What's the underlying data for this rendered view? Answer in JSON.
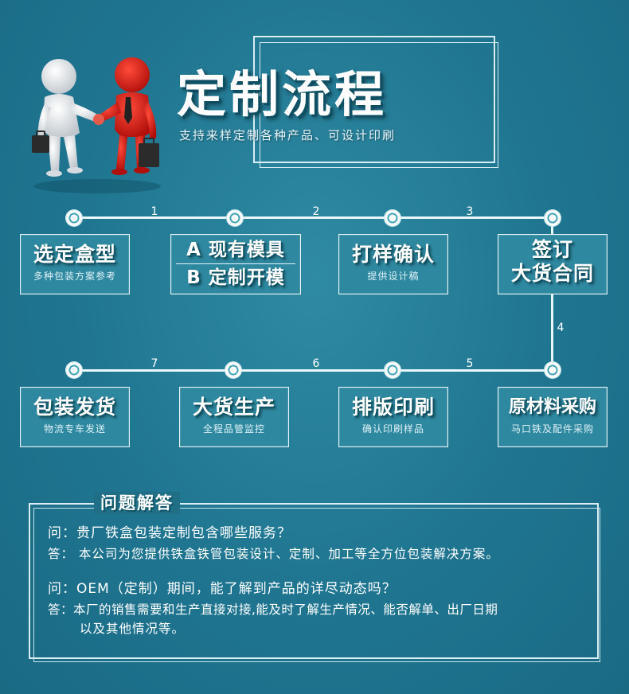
{
  "header": {
    "title": "定制流程",
    "subtitle": "支持来样定制各种产品、可设计印刷"
  },
  "timeline": {
    "numbers": [
      "1",
      "2",
      "3",
      "4",
      "5",
      "6",
      "7"
    ]
  },
  "steps": [
    {
      "title": "选定盒型",
      "subtitle": "多种包装方案参考"
    },
    {
      "line1": "A 现有模具",
      "line2": "B 定制开模"
    },
    {
      "title": "打样确认",
      "subtitle": "提供设计稿"
    },
    {
      "line1": "签订",
      "line2": "大货合同"
    },
    {
      "title": "原材料采购",
      "subtitle": "马口铁及配件采购"
    },
    {
      "title": "排版印刷",
      "subtitle": "确认印刷样品"
    },
    {
      "title": "大货生产",
      "subtitle": "全程品管监控"
    },
    {
      "title": "包装发货",
      "subtitle": "物流专车发送"
    }
  ],
  "qa": {
    "label": "问题解答",
    "items": [
      {
        "q": "问：贵厂铁盒包装定制包含哪些服务？",
        "a": "答： 本公司为您提供铁盒铁管包装设计、定制、加工等全方位包装解决方案。"
      },
      {
        "q": "问：OEM（定制）期间，能了解到产品的详尽动态吗？",
        "a_line1": "答：本厂的销售需要和生产直接对接,能及时了解生产情况、能否解单、出厂日期",
        "a_line2": "以及其他情况等。"
      }
    ]
  }
}
